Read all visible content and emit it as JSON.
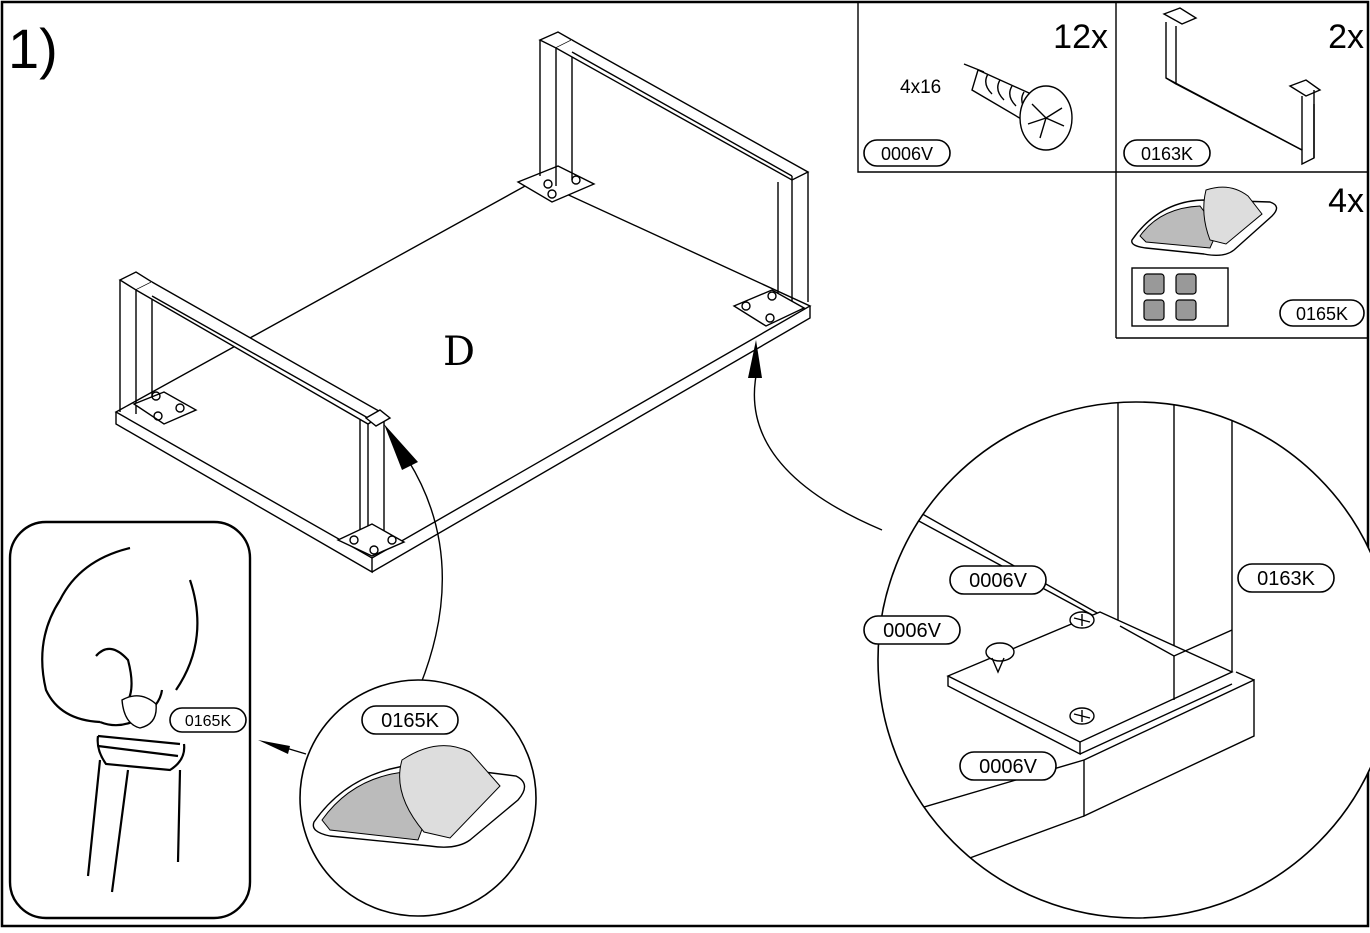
{
  "step": {
    "label": "1)"
  },
  "panel_label": "D",
  "parts": [
    {
      "code": "0006V",
      "qty": "12x",
      "size": "4x16",
      "name": "screw-icon"
    },
    {
      "code": "0163K",
      "qty": "2x",
      "name": "leg-frame-icon"
    },
    {
      "code": "0165K",
      "qty": "4x",
      "name": "felt-pad-icon"
    }
  ],
  "callouts": {
    "detail_right": {
      "a": "0006V",
      "b": "0006V",
      "c": "0006V",
      "d": "0163K"
    },
    "detail_pad": "0165K",
    "detail_hand": "0165K"
  },
  "colors": {
    "line": "#000000",
    "pad_fill": "#999999",
    "background": "#ffffff"
  }
}
